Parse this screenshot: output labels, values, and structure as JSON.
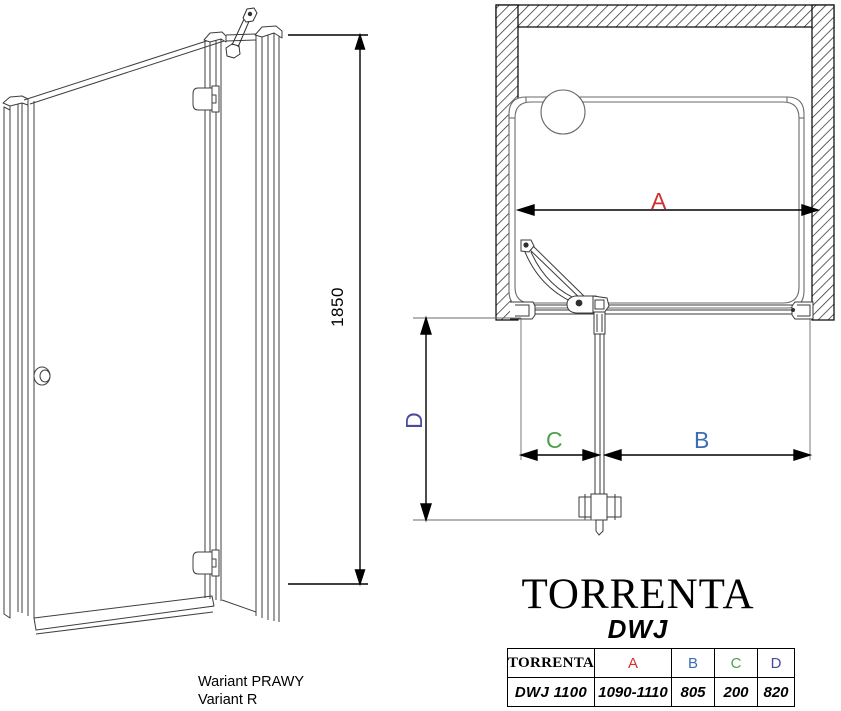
{
  "product": {
    "brand": "TORRENTA",
    "model_code": "DWJ"
  },
  "variant_caption": {
    "line_pl": "Wariant PRAWY",
    "line_en": "Variant R"
  },
  "elevation": {
    "height_label": "1850"
  },
  "dimension_letters": {
    "A": "A",
    "B": "B",
    "C": "C",
    "D": "D"
  },
  "colors": {
    "A": "#d0302f",
    "B": "#3b6cb5",
    "C": "#4f9f4a",
    "D": "#4a4a9c",
    "line": "#000000",
    "thin_line": "#4d4d4d"
  },
  "spec_table": {
    "header": [
      "TORRENTA",
      "A",
      "B",
      "C",
      "D"
    ],
    "rows": [
      [
        "DWJ 1100",
        "1090-1110",
        "805",
        "200",
        "820"
      ]
    ]
  },
  "chart_data": {
    "type": "table",
    "title": "TORRENTA DWJ",
    "categories": [
      "TORRENTA",
      "A",
      "B",
      "C",
      "D"
    ],
    "values": [
      [
        "DWJ 1100",
        "1090-1110",
        "805",
        "200",
        "820"
      ]
    ]
  }
}
